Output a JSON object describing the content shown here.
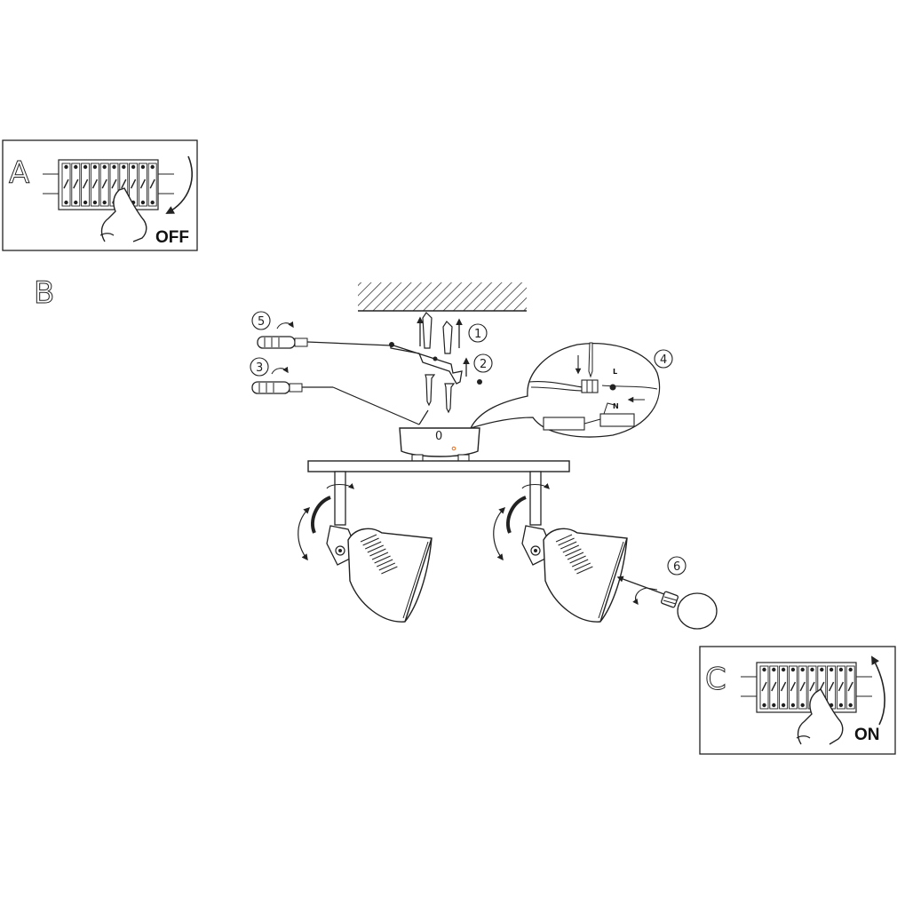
{
  "panels": {
    "a": {
      "letter": "A",
      "state": "OFF"
    },
    "b": {
      "letter": "B"
    },
    "c": {
      "letter": "C",
      "state": "ON"
    }
  },
  "steps": [
    "1",
    "2",
    "3",
    "4",
    "5",
    "6"
  ],
  "canopy_mark": "0",
  "wiring": {
    "live": "L",
    "neutral": "N"
  },
  "colors": {
    "line": "#222222",
    "accent": "#e07020"
  }
}
